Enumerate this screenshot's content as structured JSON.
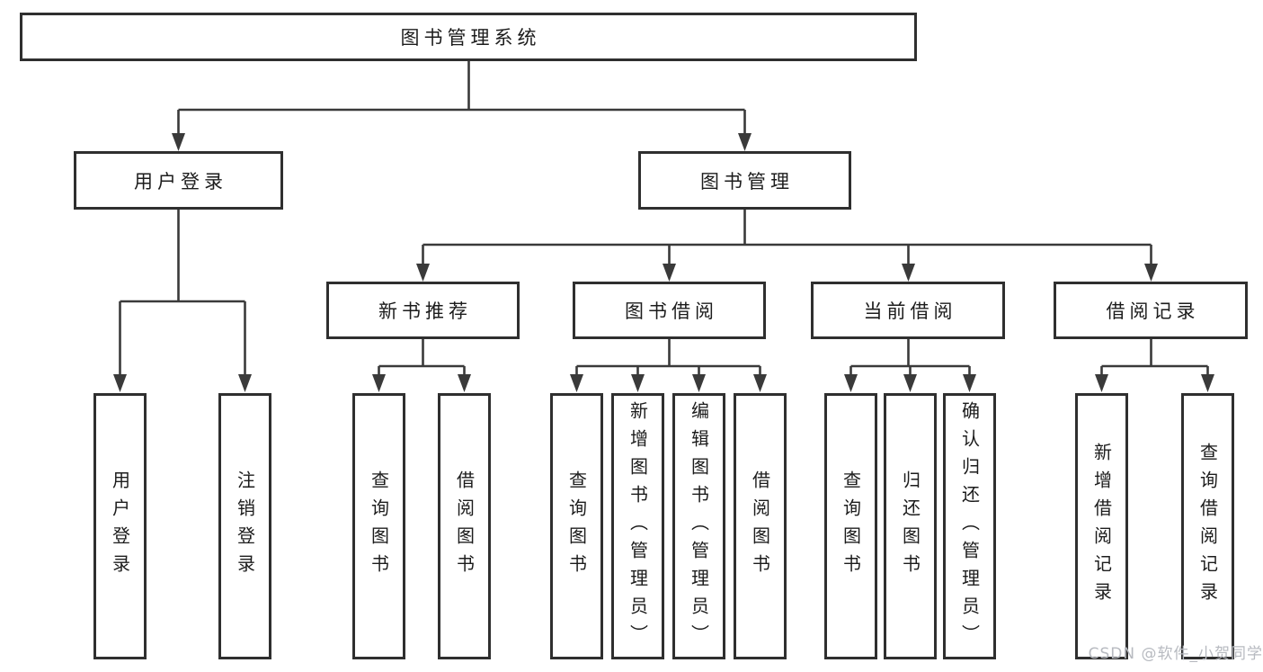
{
  "title": "图书管理系统",
  "level2": [
    "用户登录",
    "图书管理"
  ],
  "level3": [
    "新书推荐",
    "图书借阅",
    "当前借阅",
    "借阅记录"
  ],
  "leaves": {
    "login": [
      "用户登录",
      "注销登录"
    ],
    "recommend": [
      "查询图书",
      "借阅图书"
    ],
    "borrow": [
      "查询图书",
      "新增图书（管理员）",
      "编辑图书（管理员）",
      "借阅图书"
    ],
    "current": [
      "查询图书",
      "归还图书",
      "确认归还（管理员）"
    ],
    "records": [
      "新增借阅记录",
      "查询借阅记录"
    ]
  },
  "watermark": "CSDN @软件_小贺同学",
  "colors": {
    "line": "#3a3a3a",
    "border": "#2f2f2f",
    "fill": "#ffffff",
    "text": "#1c1c1c",
    "watermark": "#b7bac0"
  }
}
